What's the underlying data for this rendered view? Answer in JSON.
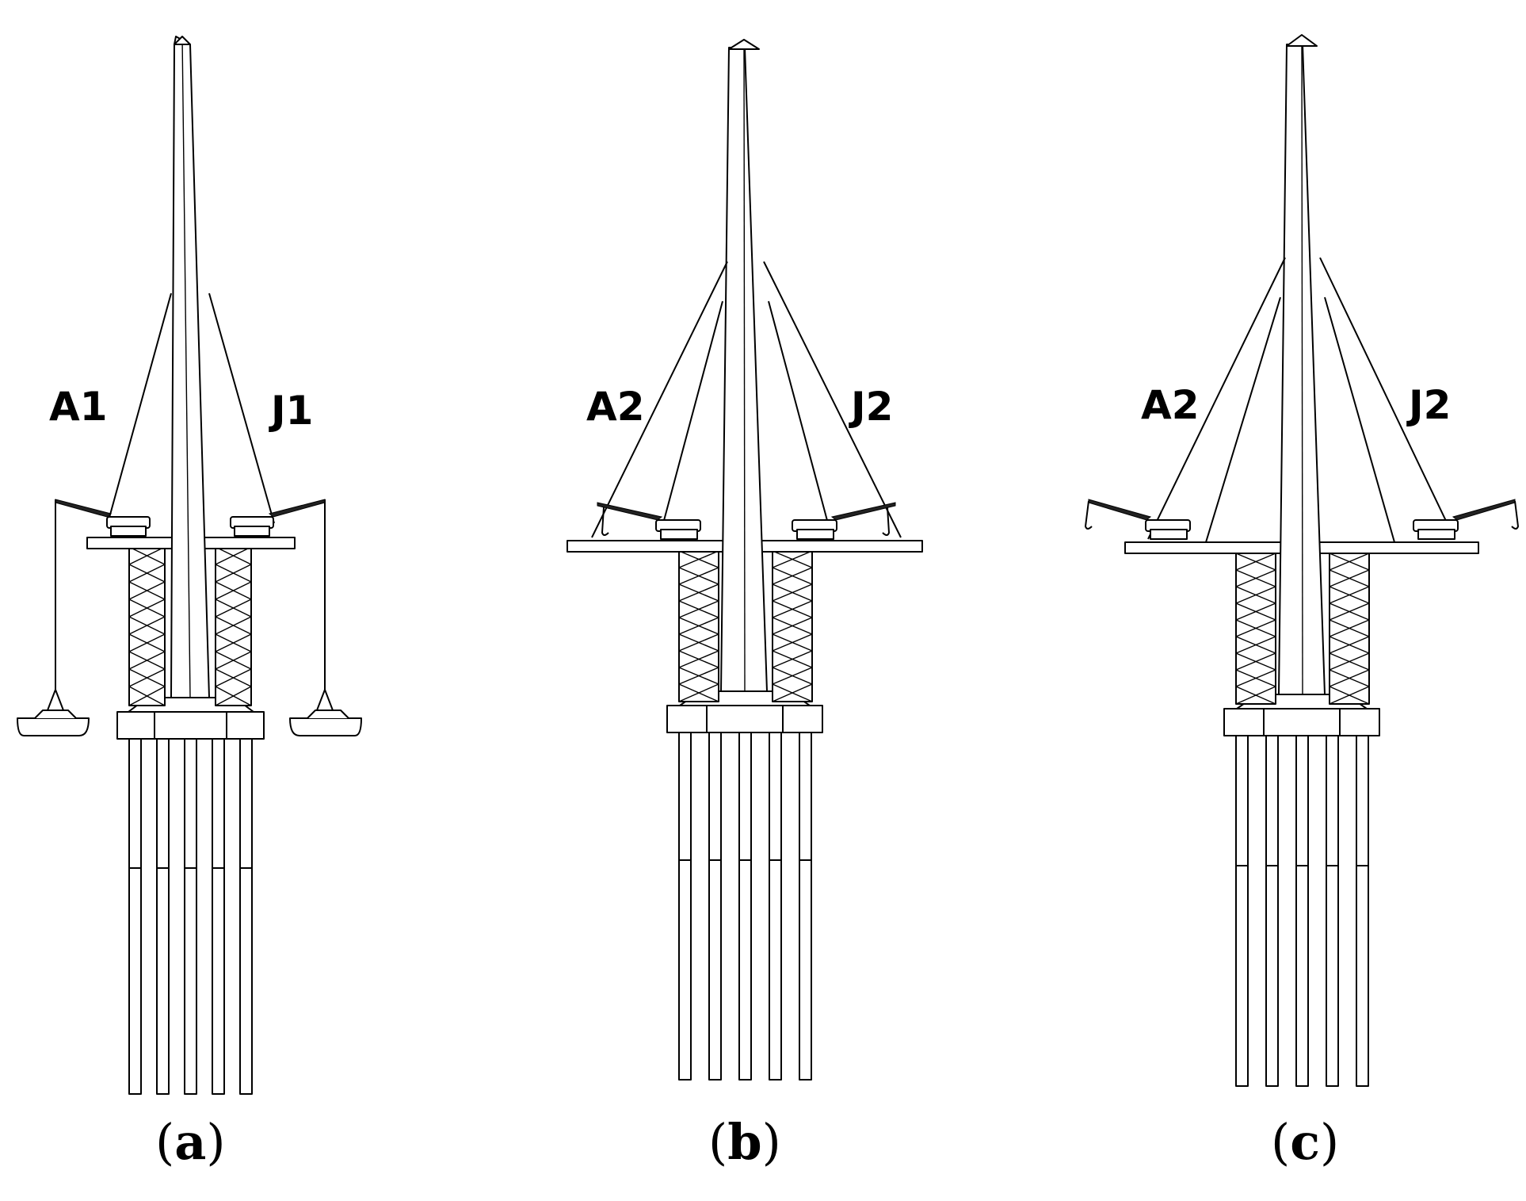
{
  "panels": [
    {
      "id": "a",
      "caption_open": "(",
      "caption_letter": "a",
      "caption_close": ")",
      "left_label": "A1",
      "right_label": "J1",
      "colors": {
        "line": "#000000",
        "background": "#ffffff"
      }
    },
    {
      "id": "b",
      "caption_open": "(",
      "caption_letter": "b",
      "caption_close": ")",
      "left_label": "A2",
      "right_label": "J2",
      "colors": {
        "line": "#000000",
        "background": "#ffffff"
      }
    },
    {
      "id": "c",
      "caption_open": "(",
      "caption_letter": "c",
      "caption_close": ")",
      "left_label": "A2",
      "right_label": "J2",
      "colors": {
        "line": "#000000",
        "background": "#ffffff"
      }
    }
  ]
}
